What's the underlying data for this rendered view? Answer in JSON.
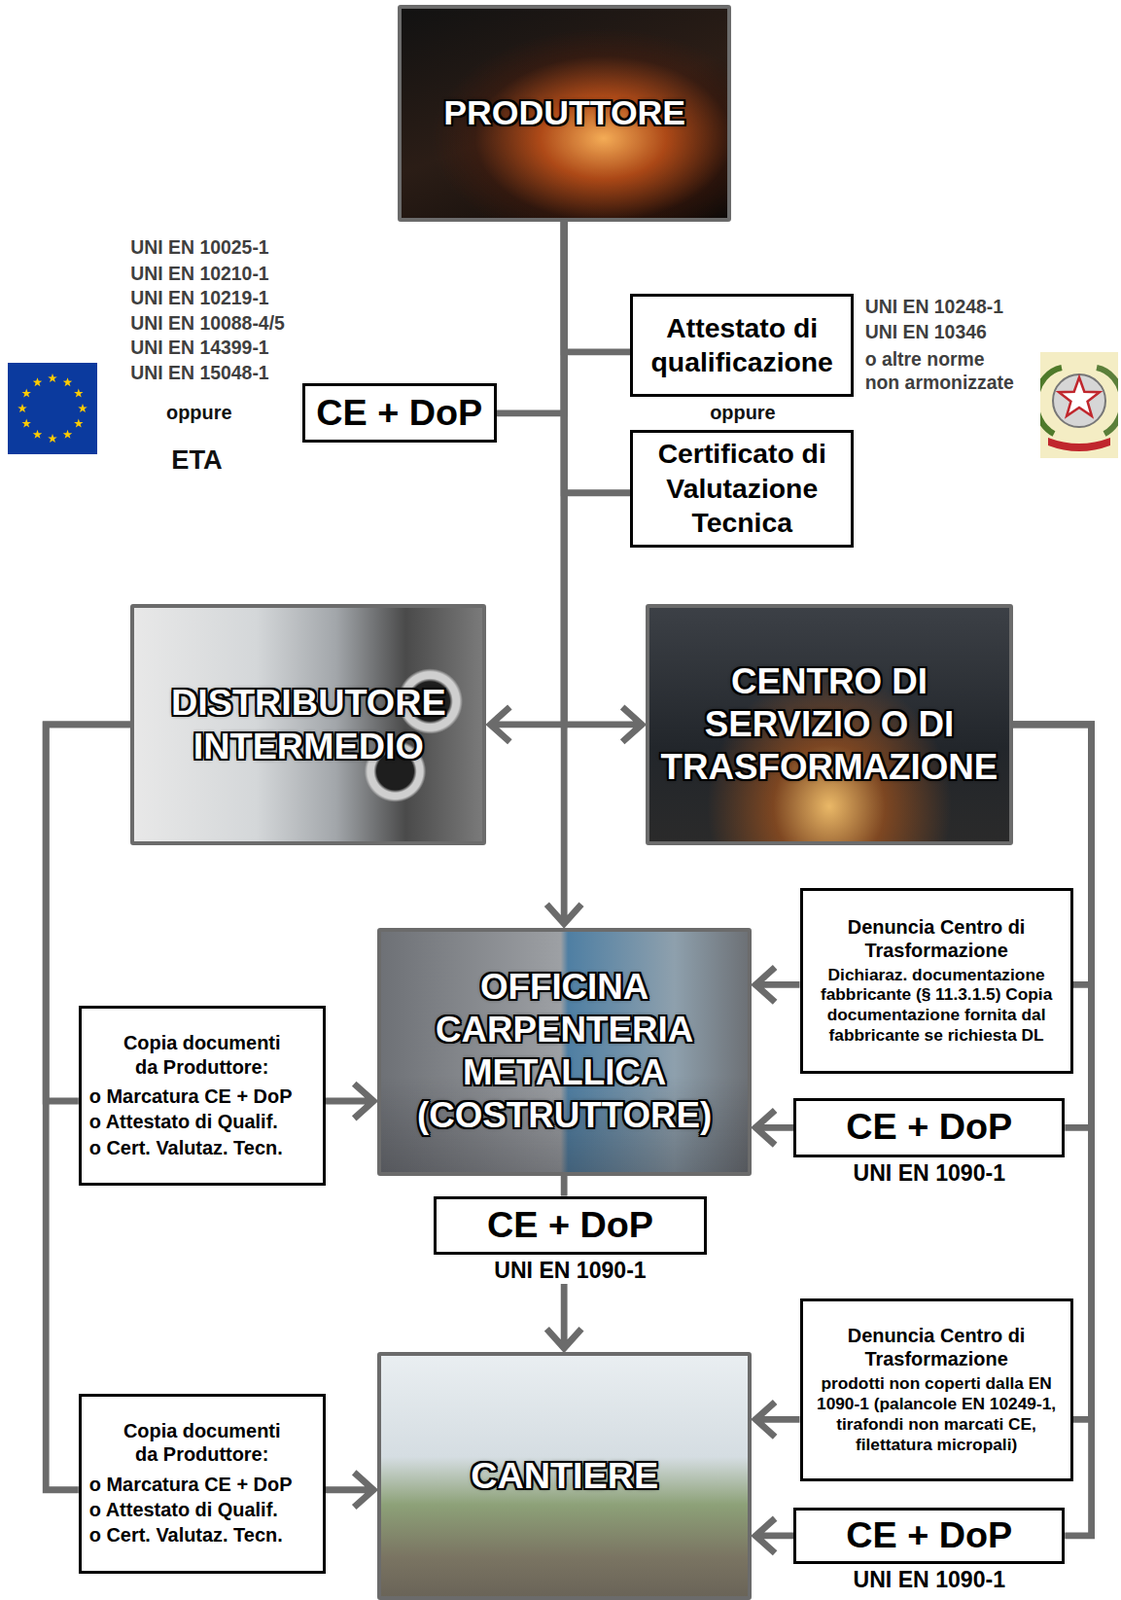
{
  "diagram": {
    "nodes": [
      {
        "text": [
          "PRODUTTORE"
        ]
      },
      {
        "text": [
          "Attestato di qualificazione"
        ]
      },
      {
        "text": [
          "CE + DoP"
        ]
      },
      {
        "text": [
          "Certificato di Valutazione Tecnica"
        ]
      },
      {
        "text": [
          "DISTRIBUTORE INTERMEDIO"
        ]
      },
      {
        "text": [
          "CENTRO DI SERVIZIO O DI TRASFORMAZIONE"
        ]
      },
      {
        "text": [
          "Denuncia Centro di Trasformazione",
          "Dichiaraz. documentazione fabbricante (§ 11.3.1.5) Copia documentazione fornita dal fabbricante se richiesta DL"
        ]
      },
      {
        "text": [
          "OFFICINA CARPENTERIA METALLICA (COSTRUTTORE)"
        ]
      },
      {
        "text": [
          "Copia documenti da Produttore:",
          "o Marcatura CE + DoP",
          "o Attestato di Qualif.",
          "o Cert. Valutaz. Tecn."
        ]
      },
      {
        "text": [
          "CE + DoP",
          "UNI EN 1090-1"
        ]
      },
      {
        "text": [
          "CE + DoP",
          "UNI EN 1090-1"
        ]
      },
      {
        "text": [
          "Denuncia Centro di Trasformazione",
          "prodotti non coperti dalla EN 1090-1 (palancole EN 10249-1, tirafondi non marcati CE, filettatura micropali)"
        ]
      },
      {
        "text": [
          "CANTIERE"
        ]
      },
      {
        "text": [
          "Copia documenti da Produttore:",
          "o Marcatura CE + DoP",
          "o Attestato di Qualif.",
          "o Cert. Valutaz. Tecn."
        ]
      },
      {
        "text": [
          "CE + DoP",
          "UNI EN 1090-1"
        ]
      }
    ],
    "edges": [
      {
        "from": 0,
        "to": 1,
        "arrow": "none"
      },
      {
        "from": 0,
        "to": 2,
        "arrow": "none"
      },
      {
        "from": 0,
        "to": 3,
        "arrow": "none"
      },
      {
        "from": 0,
        "to": 4,
        "arrow": "to"
      },
      {
        "from": 0,
        "to": 5,
        "arrow": "to"
      },
      {
        "from": 0,
        "to": 7,
        "arrow": "to"
      },
      {
        "from": 4,
        "to": 8,
        "arrow": "none"
      },
      {
        "from": 8,
        "to": 7,
        "arrow": "to"
      },
      {
        "from": 4,
        "to": 13,
        "arrow": "none"
      },
      {
        "from": 13,
        "to": 12,
        "arrow": "to"
      },
      {
        "from": 5,
        "to": 6,
        "arrow": "none"
      },
      {
        "from": 6,
        "to": 7,
        "arrow": "to"
      },
      {
        "from": 5,
        "to": 9,
        "arrow": "none"
      },
      {
        "from": 9,
        "to": 7,
        "arrow": "to"
      },
      {
        "from": 7,
        "to": 10,
        "arrow": "none"
      },
      {
        "from": 10,
        "to": 12,
        "arrow": "to"
      },
      {
        "from": 5,
        "to": 11,
        "arrow": "none"
      },
      {
        "from": 11,
        "to": 12,
        "arrow": "to"
      },
      {
        "from": 5,
        "to": 14,
        "arrow": "none"
      },
      {
        "from": 14,
        "to": 12,
        "arrow": "to"
      }
    ],
    "labels": [
      "UNI EN 10025-1",
      "UNI EN 10210-1",
      "UNI EN 10219-1",
      "UNI EN 10088-4/5",
      "UNI EN 14399-1",
      "UNI EN 15048-1",
      "oppure",
      "ETA",
      "UNI EN 10248-1",
      "UNI EN 10346",
      "o altre norme non armonizzate",
      "oppure"
    ]
  }
}
